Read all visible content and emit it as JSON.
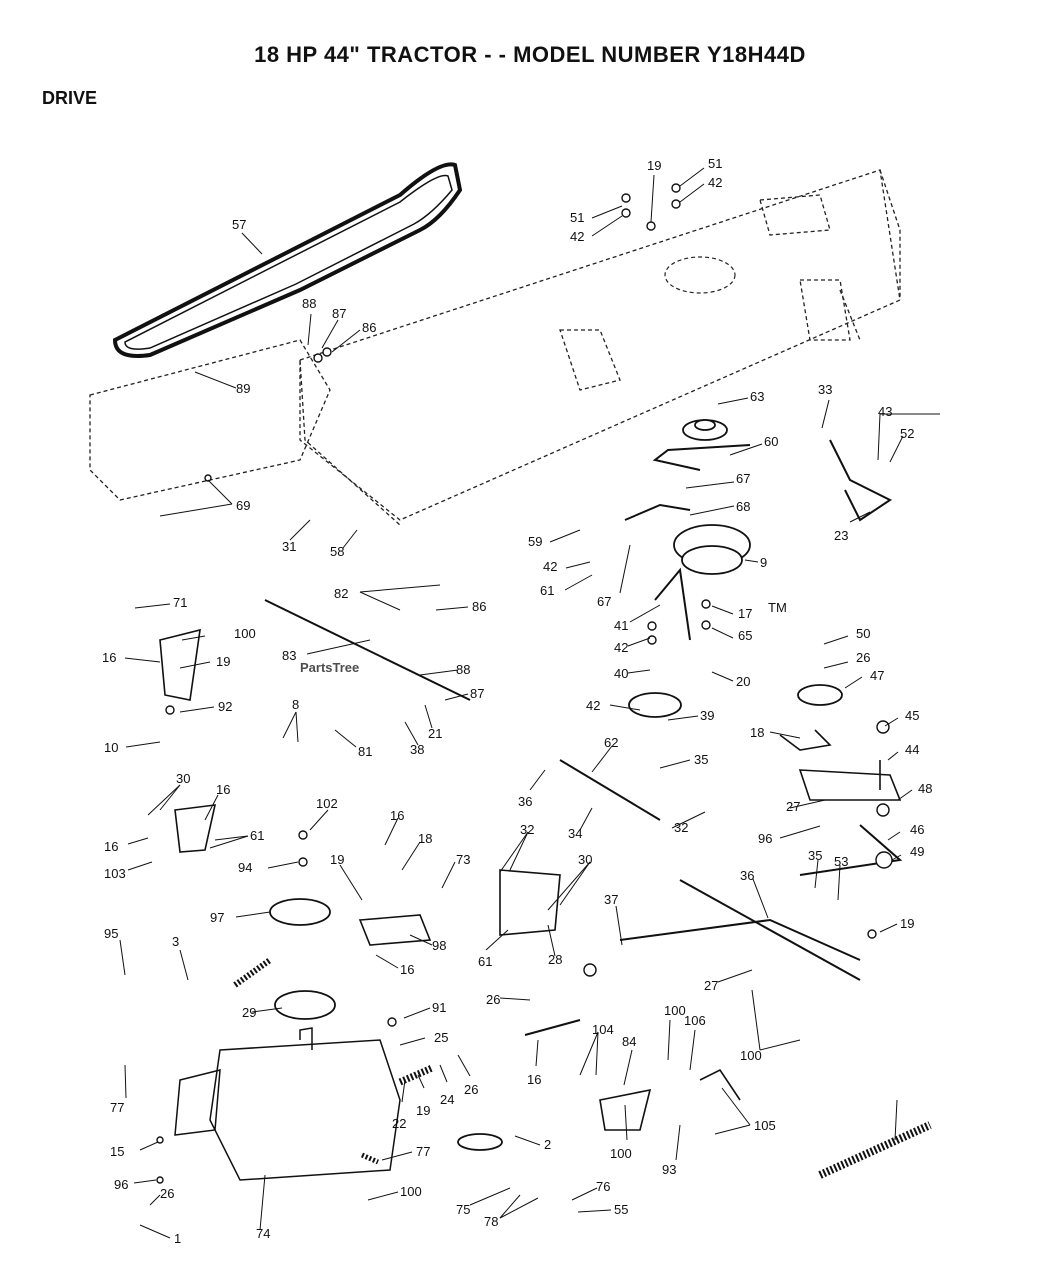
{
  "header": {
    "title": "18 HP 44\" TRACTOR - - MODEL NUMBER Y18H44D",
    "section": "DRIVE"
  },
  "watermark": {
    "text": "PartsTree",
    "tm": "TM"
  },
  "callouts": [
    "57",
    "19",
    "51",
    "42",
    "51",
    "42",
    "88",
    "87",
    "86",
    "89",
    "69",
    "31",
    "58",
    "63",
    "60",
    "67",
    "68",
    "59",
    "42",
    "61",
    "9",
    "67",
    "41",
    "42",
    "40",
    "17",
    "65",
    "20",
    "33",
    "43",
    "52",
    "23",
    "50",
    "26",
    "47",
    "45",
    "44",
    "48",
    "46",
    "49",
    "18",
    "71",
    "16",
    "19",
    "100",
    "92",
    "10",
    "8",
    "81",
    "83",
    "82",
    "86",
    "88",
    "87",
    "21",
    "38",
    "42",
    "39",
    "35",
    "62",
    "36",
    "34",
    "32",
    "30",
    "16",
    "61",
    "16",
    "103",
    "102",
    "94",
    "97",
    "16",
    "19",
    "18",
    "73",
    "98",
    "16",
    "32",
    "30",
    "61",
    "28",
    "37",
    "36",
    "35",
    "53",
    "19",
    "27",
    "96",
    "95",
    "3",
    "29",
    "26",
    "27",
    "100",
    "91",
    "25",
    "19",
    "24",
    "26",
    "22",
    "16",
    "104",
    "84",
    "100",
    "106",
    "105",
    "100",
    "93",
    "2",
    "77",
    "77",
    "100",
    "15",
    "96",
    "26",
    "1",
    "74",
    "75",
    "78",
    "76",
    "55"
  ]
}
